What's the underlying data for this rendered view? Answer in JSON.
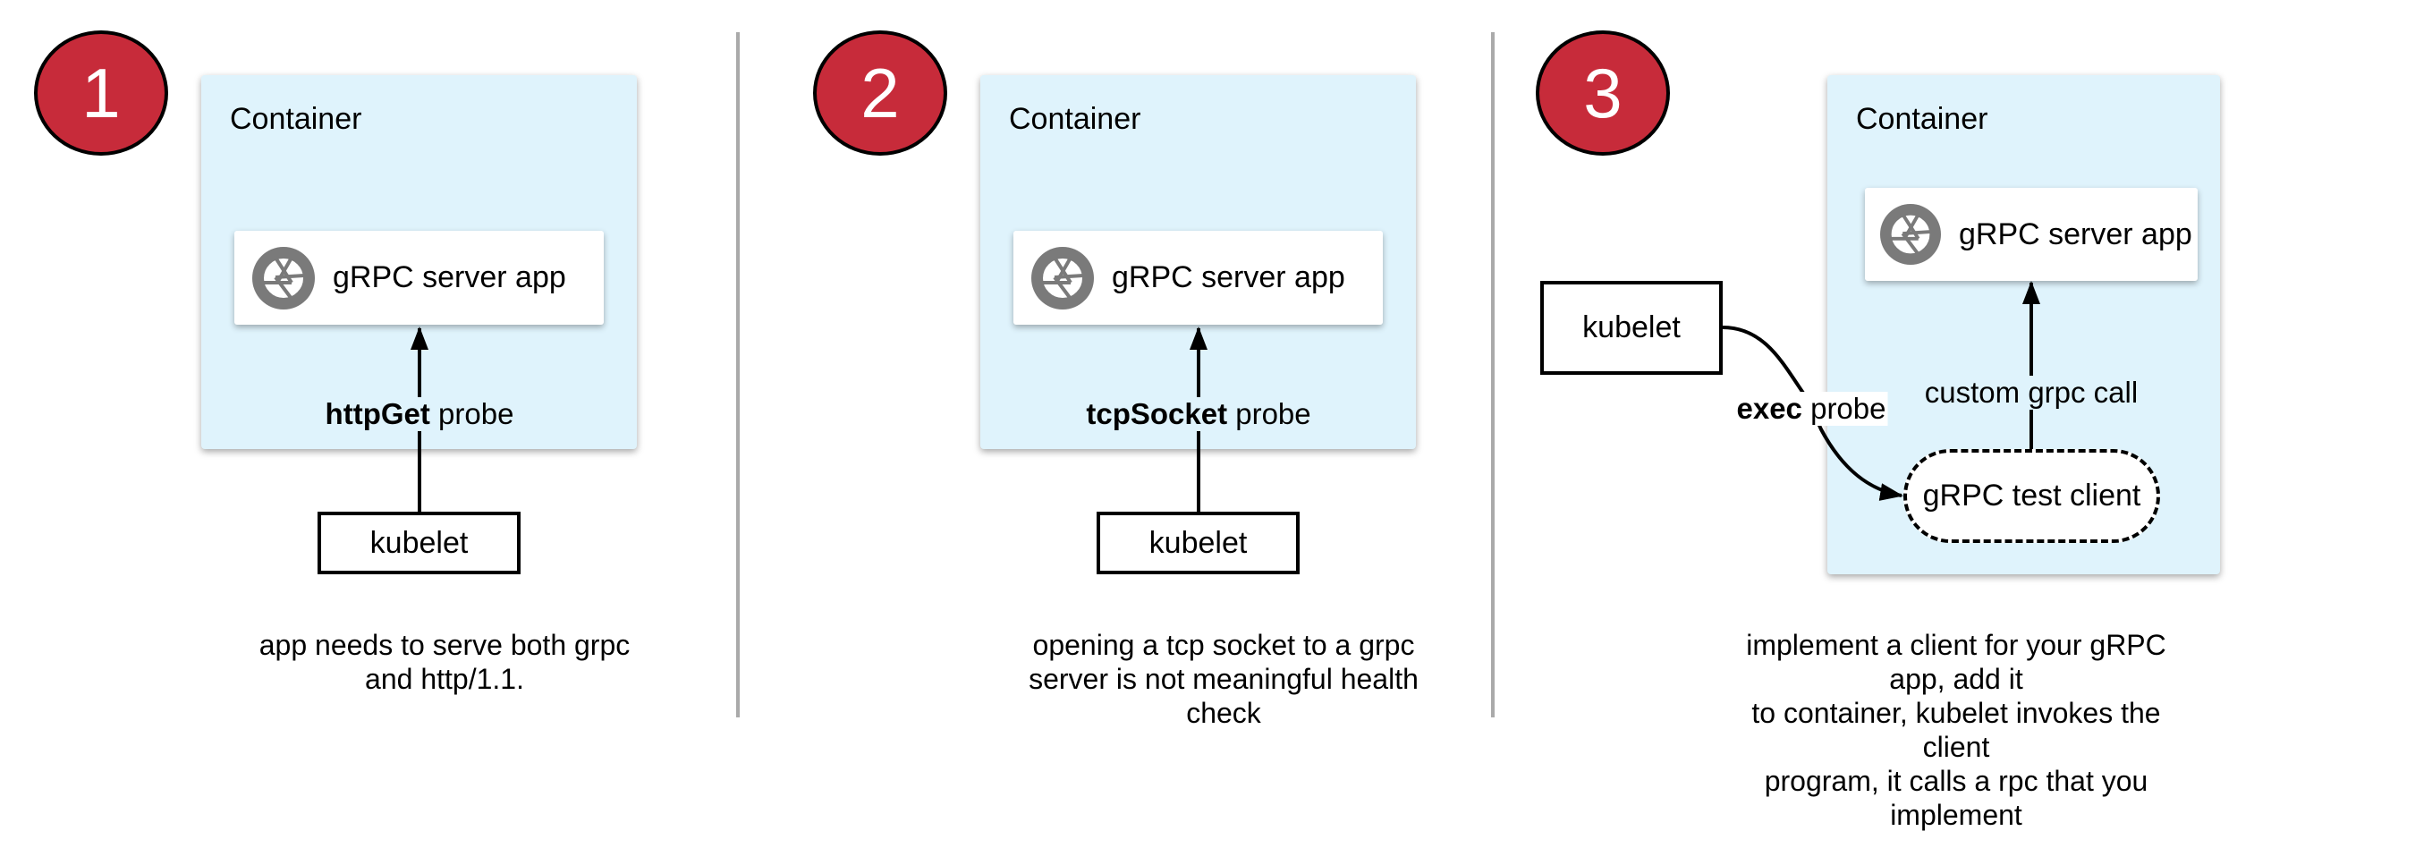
{
  "panels": [
    {
      "number": "1",
      "container_label": "Container",
      "server_label": "gRPC server app",
      "probe_bold": "httpGet",
      "probe_rest": " probe",
      "kubelet_label": "kubelet",
      "caption": [
        "app needs to serve both grpc",
        "and http/1.1."
      ]
    },
    {
      "number": "2",
      "container_label": "Container",
      "server_label": "gRPC server app",
      "probe_bold": "tcpSocket",
      "probe_rest": " probe",
      "kubelet_label": "kubelet",
      "caption": [
        "opening a tcp socket to a grpc",
        "server is not meaningful health",
        "check"
      ]
    },
    {
      "number": "3",
      "container_label": "Container",
      "server_label": "gRPC server app",
      "probe_bold": "exec",
      "probe_rest": " probe",
      "kubelet_label": "kubelet",
      "call_label": "custom grpc call",
      "client_label": "gRPC test client",
      "caption": [
        "implement a client for your gRPC app, add it",
        "to container, kubelet invokes the client",
        "program, it calls a rpc that you implement"
      ]
    }
  ],
  "colors": {
    "badge": "#c72b3a",
    "container": "#dff3fc",
    "divider": "#aaaaaa",
    "icon": "#7a7a7a"
  },
  "icons": {
    "server": "aperture-icon"
  }
}
